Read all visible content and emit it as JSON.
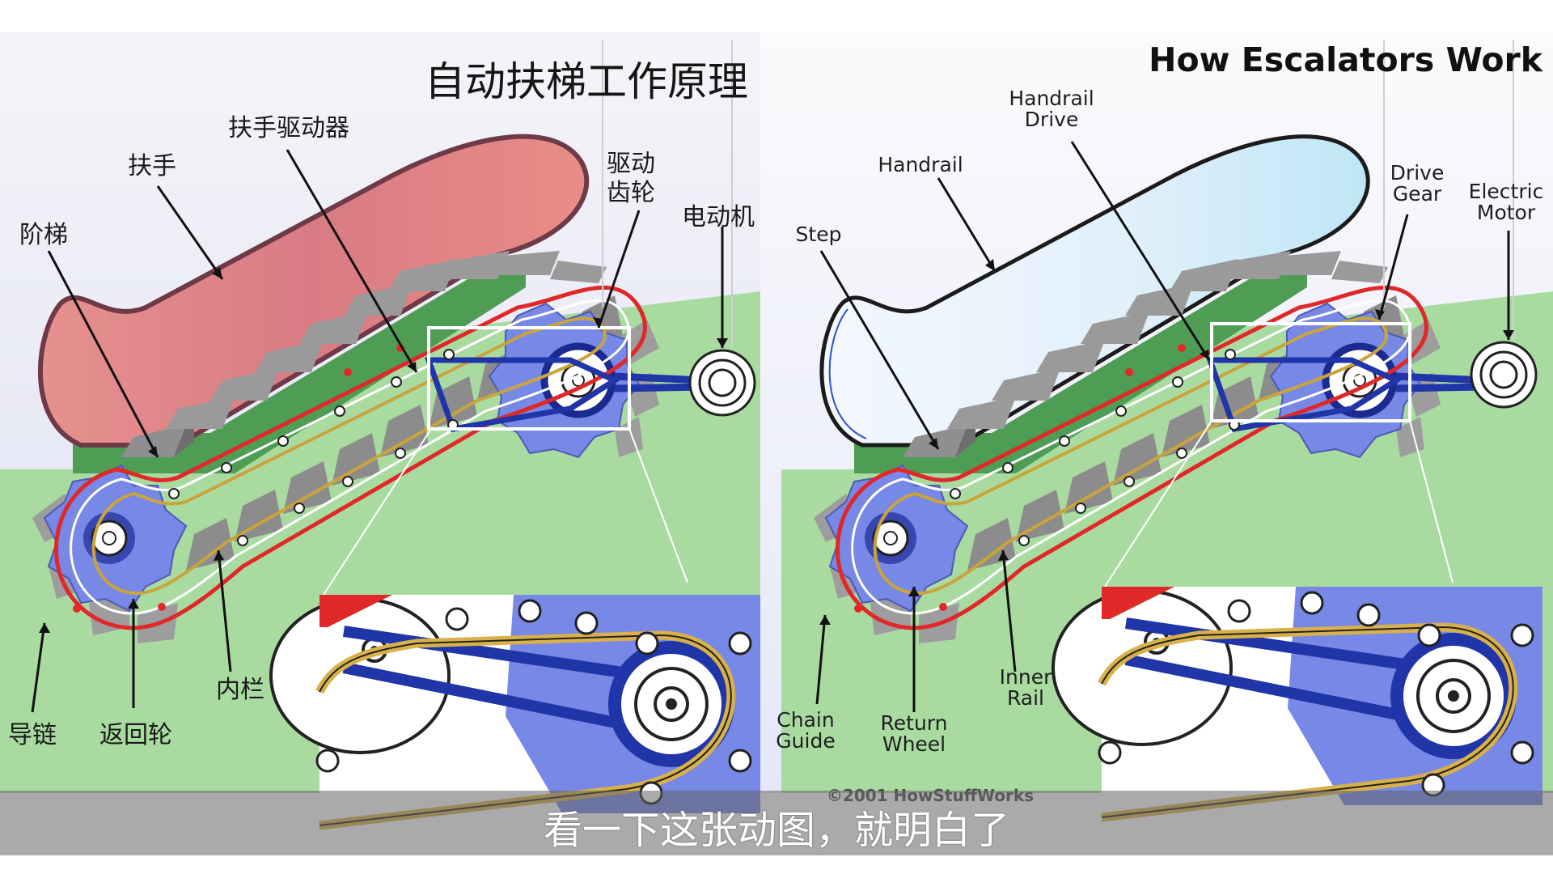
{
  "left_panel": {
    "title": "自动扶梯工作原理",
    "labels": {
      "handrail_drive": "扶手驱动器",
      "handrail": "扶手",
      "step": "阶梯",
      "drive_gear_1": "驱动",
      "drive_gear_2": "齿轮",
      "electric_motor": "电动机",
      "inner_rail": "内栏",
      "chain_guide": "导链",
      "return_wheel": "返回轮"
    }
  },
  "right_panel": {
    "title": "How Escalators Work",
    "labels": {
      "handrail_drive_1": "Handrail",
      "handrail_drive_2": "Drive",
      "handrail": "Handrail",
      "step": "Step",
      "drive_gear_1": "Drive",
      "drive_gear_2": "Gear",
      "electric_motor_1": "Electric",
      "electric_motor_2": "Motor",
      "chain_guide_1": "Chain",
      "chain_guide_2": "Guide",
      "return_wheel_1": "Return",
      "return_wheel_2": "Wheel",
      "inner_rail_1": "Inner",
      "inner_rail_2": "Rail"
    },
    "copyright": "©2001 HowStuffWorks"
  },
  "subtitle": "看一下这张动图，就明白了",
  "colors": {
    "handrail_fill_left": "#e58f8c",
    "handrail_fill_right": "#dff0fa",
    "floor_green": "#a9dba1",
    "balustrade_green": "#4f9c55",
    "gear_blue": "#7788e6",
    "chain_red": "#e02828",
    "rail_gold": "#d8b14a",
    "belt_blue": "#223aa8",
    "step_gray": "#9a9a9a"
  }
}
